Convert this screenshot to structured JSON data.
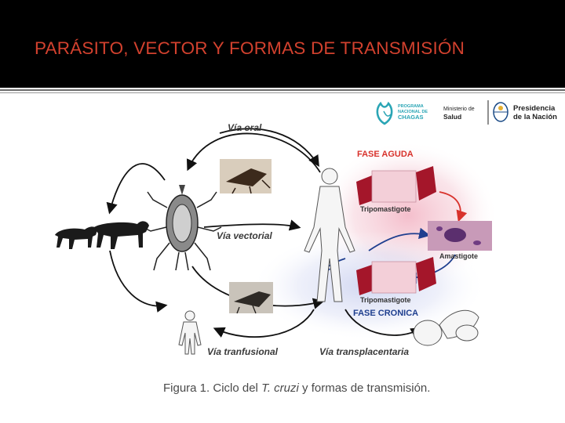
{
  "slide": {
    "title": "PARÁSITO, VECTOR Y FORMAS DE TRANSMISIÓN"
  },
  "logos": {
    "programa_line1": "PROGRAMA",
    "programa_line2": "NACIONAL DE",
    "programa_line3": "CHAGAS",
    "ministerio_line1": "Ministerio de",
    "ministerio_line2": "Salud",
    "presidencia_line1": "Presidencia",
    "presidencia_line2": "de la Nación"
  },
  "diagram": {
    "via_oral": "Vía oral",
    "via_vectorial": "Vía vectorial",
    "via_transfusional": "Vía tranfusional",
    "via_transplacentaria": "Vía transplacentaria",
    "fase_aguda": "FASE AGUDA",
    "fase_cronica": "FASE CRONICA",
    "tripomastigote_1": "Tripomastigote",
    "tripomastigote_2": "Tripomastigote",
    "amastigote": "Amastigote"
  },
  "caption": {
    "prefix": "Figura 1. Ciclo del ",
    "species": "T. cruzi",
    "suffix": " y formas de transmisión."
  },
  "colors": {
    "title": "#d2412e",
    "header_bg": "#000000",
    "arrow_red": "#d8322c",
    "arrow_blue": "#1f3f8f",
    "logo_blue": "#1a4a86",
    "logo_teal": "#2aa5b5"
  }
}
